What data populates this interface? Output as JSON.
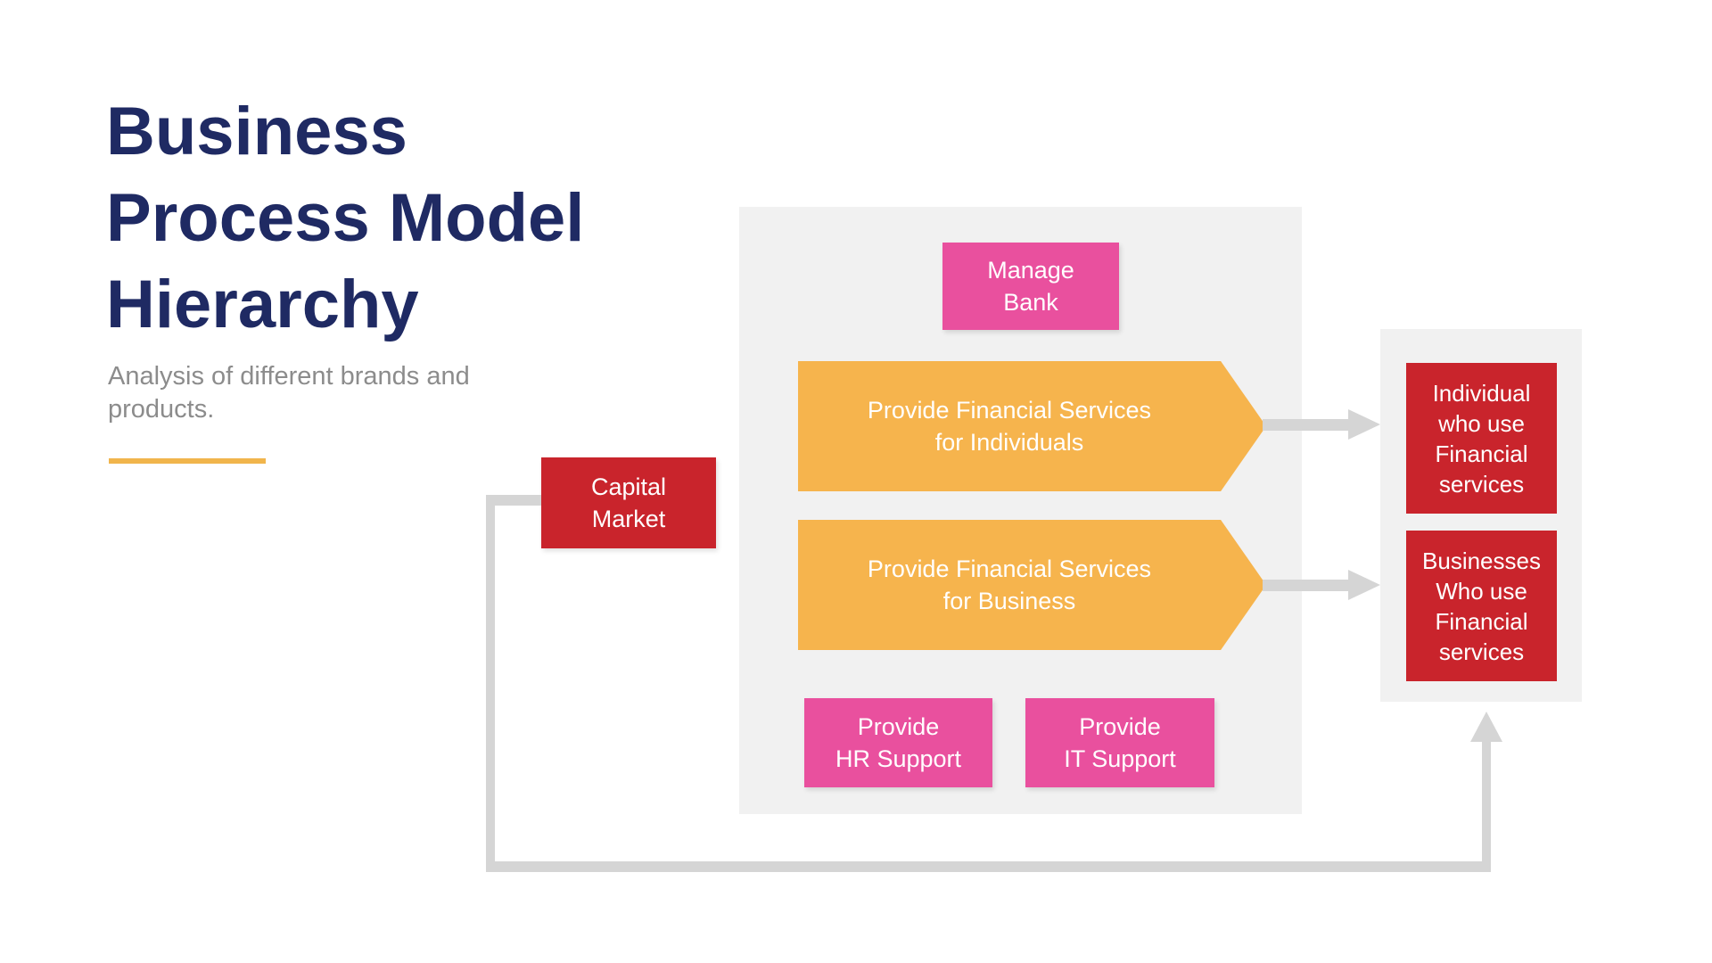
{
  "colors": {
    "navy": "#1F2A63",
    "subtitle_gray": "#8C8C8C",
    "accent_yellow": "#F1B54C",
    "orange": "#F6B44D",
    "pink": "#E9509E",
    "red": "#C9242C",
    "panel_gray": "#F1F1F1",
    "connector_gray": "#D5D5D5"
  },
  "header": {
    "title": "Business\nProcess Model\nHierarchy",
    "subtitle": "Analysis of different brands and\nproducts."
  },
  "diagram": {
    "manage_bank": "Manage\nBank",
    "service_individuals": "Provide Financial Services\nfor Individuals",
    "service_business": "Provide Financial Services\nfor Business",
    "hr_support": "Provide\nHR Support",
    "it_support": "Provide\nIT Support",
    "capital_market": "Capital\nMarket",
    "individual_users": "Individual\nwho use\nFinancial\nservices",
    "business_users": "Businesses\nWho use\nFinancial\nservices"
  }
}
